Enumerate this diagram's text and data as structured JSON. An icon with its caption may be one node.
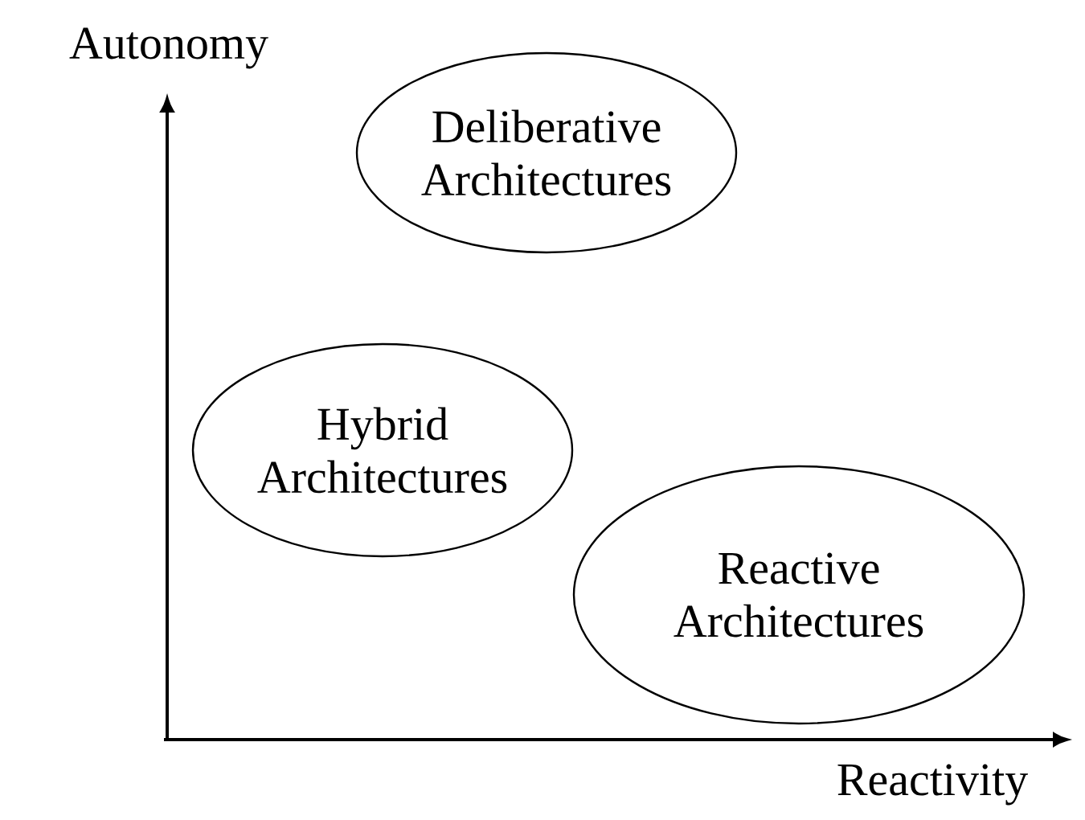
{
  "diagram": {
    "nodes": [
      {
        "text": [
          "Deliberative Architectures"
        ]
      },
      {
        "text": [
          "Hybrid Architectures"
        ]
      },
      {
        "text": [
          "Reactive Architectures"
        ]
      }
    ],
    "labels": [
      "Autonomy",
      "Reactivity"
    ]
  }
}
